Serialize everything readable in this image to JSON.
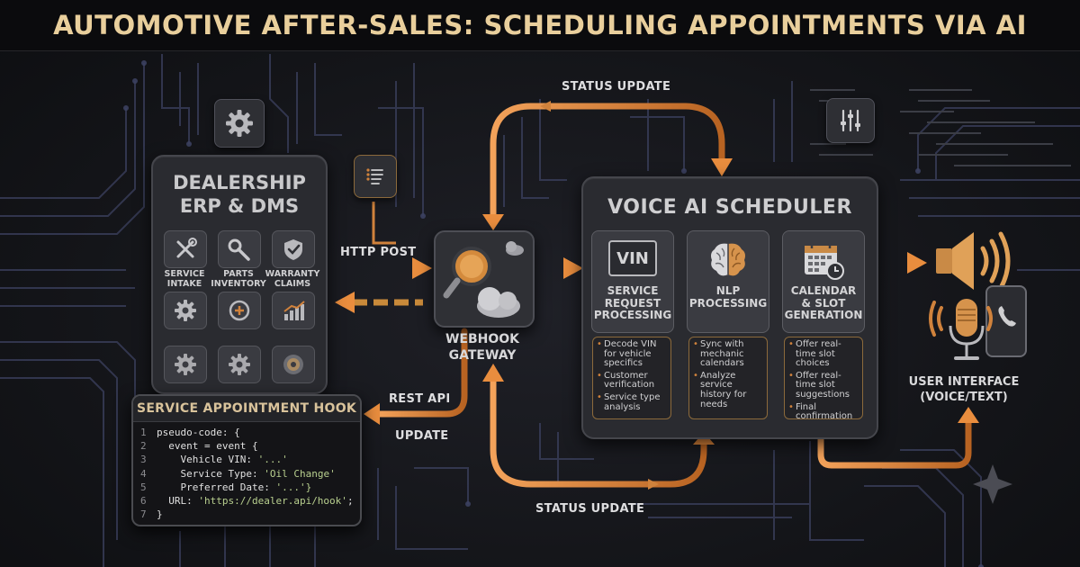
{
  "title": "AUTOMOTIVE AFTER-SALES: SCHEDULING APPOINTMENTS VIA AI",
  "erp": {
    "title_line1": "DEALERSHIP",
    "title_line2": "ERP & DMS",
    "modules": [
      {
        "label_line1": "SERVICE",
        "label_line2": "INTAKE",
        "icon": "tools-icon"
      },
      {
        "label_line1": "PARTS",
        "label_line2": "INVENTORY",
        "icon": "wrench-gear-icon"
      },
      {
        "label_line1": "WARRANTY",
        "label_line2": "CLAIMS",
        "icon": "shield-check-icon"
      }
    ]
  },
  "hook": {
    "title": "SERVICE APPOINTMENT HOOK",
    "lines": [
      {
        "num": "1",
        "text": "pseudo-code: {"
      },
      {
        "num": "2",
        "text": "  event = event {"
      },
      {
        "num": "3",
        "text": "    Vehicle VIN: ",
        "str": "'...'"
      },
      {
        "num": "4",
        "text": "    Service Type: ",
        "str": "'Oil Change'"
      },
      {
        "num": "5",
        "text": "    Preferred Date: ",
        "str": "'...'}"
      },
      {
        "num": "6",
        "text": "  URL: ",
        "str": "'https://dealer.api/hook'",
        "tail": ";"
      },
      {
        "num": "7",
        "text": "}"
      }
    ]
  },
  "gateway": {
    "label_line1": "WEBHOOK",
    "label_line2": "GATEWAY"
  },
  "connectors": {
    "http_post": "HTTP POST",
    "rest_api": "REST API",
    "update": "UPDATE",
    "status_update_top": "STATUS UPDATE",
    "status_update_bottom": "STATUS UPDATE"
  },
  "scheduler": {
    "title": "VOICE AI SCHEDULER",
    "steps": [
      {
        "icon_text": "VIN",
        "label": [
          "SERVICE",
          "REQUEST",
          "PROCESSING"
        ],
        "bullets": [
          "Decode VIN for vehicle specifics",
          "Customer verification",
          "Service type analysis"
        ]
      },
      {
        "icon_text": "",
        "label": [
          "NLP",
          "PROCESSING"
        ],
        "bullets": [
          "Sync with mechanic calendars",
          "Analyze service history for needs"
        ]
      },
      {
        "icon_text": "",
        "label": [
          "CALENDAR",
          "& SLOT",
          "GENERATION"
        ],
        "bullets": [
          "Offer real-time slot choices",
          "Offer real-time slot suggestions",
          "Final confirmation"
        ]
      }
    ]
  },
  "user_interface": {
    "label_line1": "USER INTERFACE",
    "label_line2": "(VOICE/TEXT)"
  },
  "colors": {
    "accent_orange": "#d0823c",
    "title_gold": "#e9cf9c",
    "panel": "#2a2b30"
  }
}
